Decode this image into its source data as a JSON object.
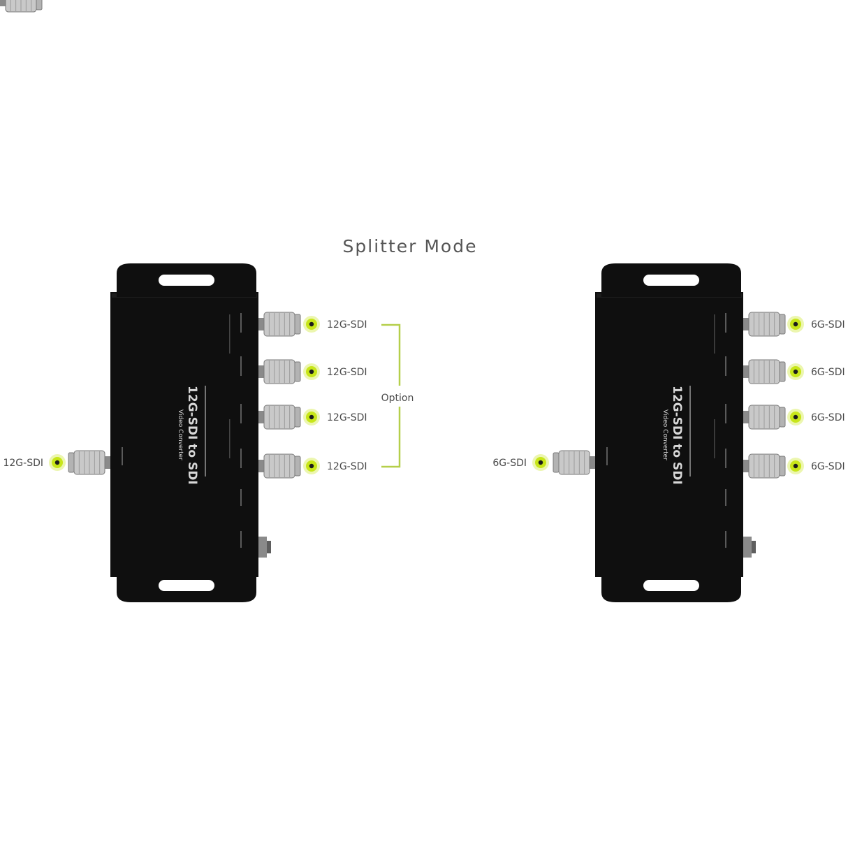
{
  "title": "Splitter Mode",
  "devices": [
    {
      "name_line1": "12G-SDI to SDI",
      "name_line2": "Video Converter",
      "input_label": "12G-SDI",
      "output_labels": [
        "12G-SDI",
        "12G-SDI",
        "12G-SDI",
        "12G-SDI"
      ]
    },
    {
      "name_line1": "12G-SDI to SDI",
      "name_line2": "Video Converter",
      "input_label": "6G-SDI",
      "output_labels": [
        "6G-SDI",
        "6G-SDI",
        "6G-SDI",
        "6G-SDI"
      ]
    }
  ],
  "option_label": "Option",
  "colors": {
    "accent": "#c8e619",
    "bracket": "#b5cf4a",
    "device": "#0f0f0f",
    "connector": "#c9c9c9",
    "text": "#4a4a4a"
  }
}
